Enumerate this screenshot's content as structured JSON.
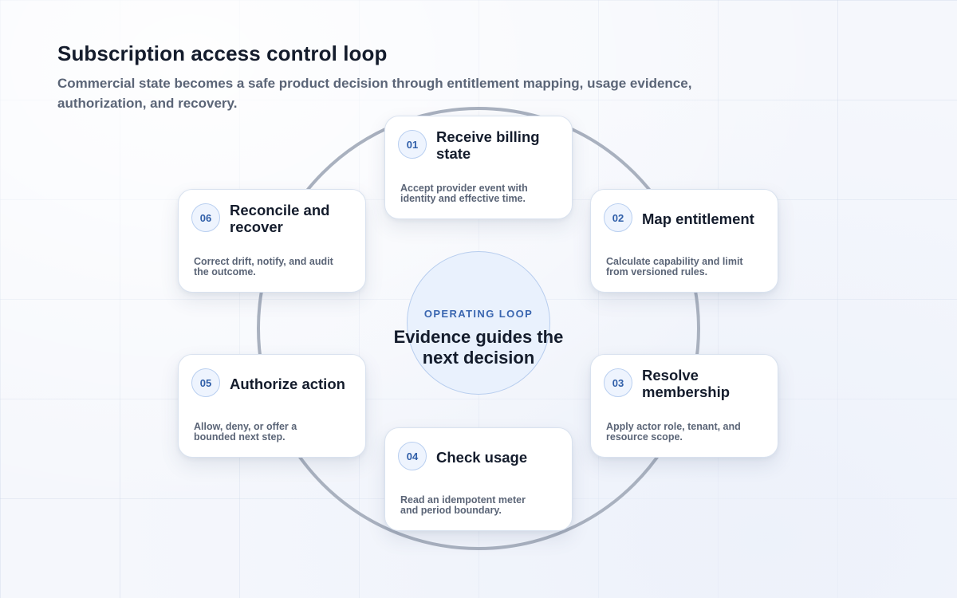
{
  "header": {
    "title": "Subscription access control loop",
    "subtitle": "Commercial state becomes a safe product decision through entitlement mapping, usage evidence, authorization, and recovery."
  },
  "center": {
    "kicker": "OPERATING LOOP",
    "headline": "Evidence guides the next decision"
  },
  "steps": [
    {
      "number": "01",
      "title": "Receive billing state",
      "description": "Accept provider event with identity and effective time."
    },
    {
      "number": "02",
      "title": "Map entitlement",
      "description": "Calculate capability and limit from versioned rules."
    },
    {
      "number": "03",
      "title": "Resolve membership",
      "description": "Apply actor role, tenant, and resource scope."
    },
    {
      "number": "04",
      "title": "Check usage",
      "description": "Read an idempotent meter and period boundary."
    },
    {
      "number": "05",
      "title": "Authorize action",
      "description": "Allow, deny, or offer a bounded next step."
    },
    {
      "number": "06",
      "title": "Reconcile and recover",
      "description": "Correct drift, notify, and audit the outcome."
    }
  ],
  "colors": {
    "ring": "#a9b1bf",
    "accent": "#2f5ea8",
    "center_fill": "#e9f1fd",
    "title": "#141c2c",
    "muted": "#5b6577"
  }
}
